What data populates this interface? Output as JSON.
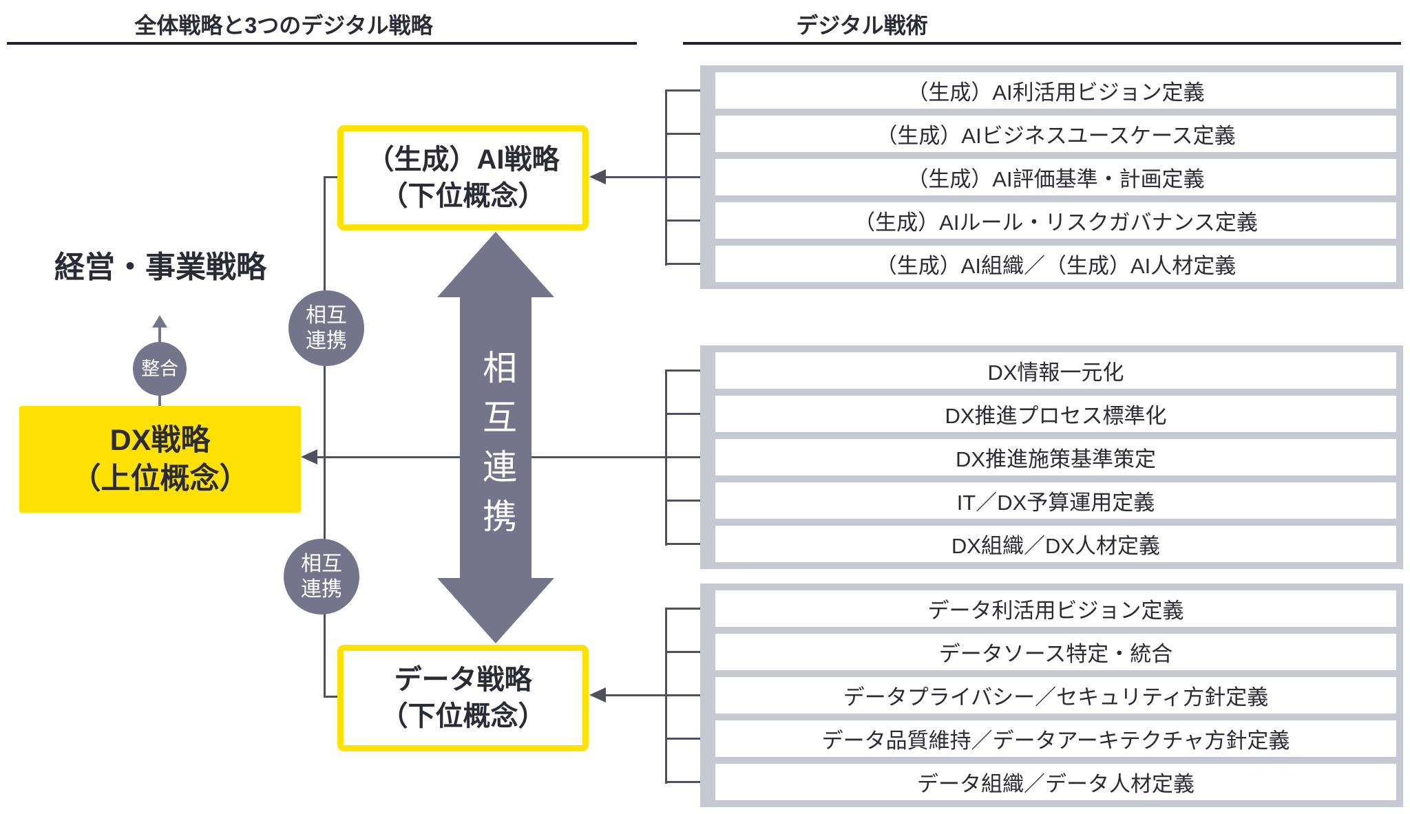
{
  "headers": {
    "left": "全体戦略と3つのデジタル戦略",
    "right": "デジタル戦術"
  },
  "left_column": {
    "business_strategy": "経営・事業戦略",
    "alignment_badge": "整合",
    "dx_strategy": {
      "line1": "DX戦略",
      "line2": "（上位概念）"
    }
  },
  "middle": {
    "ai_strategy": {
      "line1": "（生成）AI戦略",
      "line2": "（下位概念）"
    },
    "data_strategy": {
      "line1": "データ戦略",
      "line2": "（下位概念）"
    },
    "mutual_link_arrow_label": "相互連携",
    "badge_top": {
      "line1": "相互",
      "line2": "連携"
    },
    "badge_bottom": {
      "line1": "相互",
      "line2": "連携"
    }
  },
  "tactic_groups": [
    {
      "id": "generative-ai",
      "items": [
        "（生成）AI利活用ビジョン定義",
        "（生成）AIビジネスユースケース定義",
        "（生成）AI評価基準・計画定義",
        "（生成）AIルール・リスクガバナンス定義",
        "（生成）AI組織／（生成）AI人材定義"
      ]
    },
    {
      "id": "dx",
      "items": [
        "DX情報一元化",
        "DX推進プロセス標準化",
        "DX推進施策基準策定",
        "IT／DX予算運用定義",
        "DX組織／DX人材定義"
      ]
    },
    {
      "id": "data",
      "items": [
        "データ利活用ビジョン定義",
        "データソース特定・統合",
        "データプライバシー／セキュリティ方針定義",
        "データ品質維持／データアーキテクチャ方針定義",
        "データ組織／データ人材定義"
      ]
    }
  ],
  "colors": {
    "yellow": "#ffe105",
    "gray": "#74748a",
    "line": "#50505c",
    "border-gray": "#c6c8d2",
    "text": "#2b2b35",
    "underline": "#21212b"
  }
}
